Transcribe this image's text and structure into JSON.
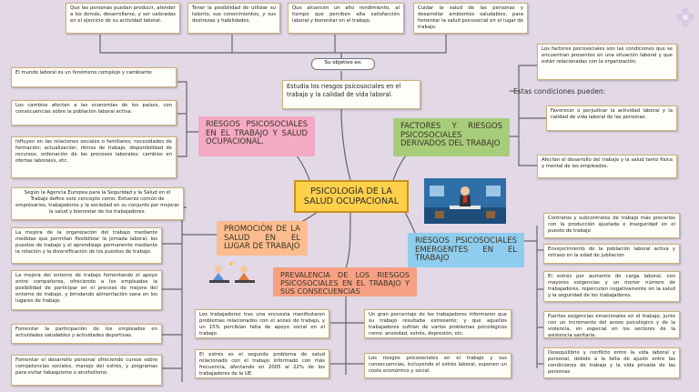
{
  "center": {
    "title": "PSICOLOGÍA DE LA SALUD OCUPACIONAL"
  },
  "objective": {
    "pill": "Su objetivo es:",
    "desc": "Estudia los riesgos psicosociales en el trabajo y la calidad de vida laboral.",
    "items": [
      "Que las personas puedan producir, atender a los demás, desarrollarse, y ser valoradas en el ejercicio de su actividad laboral.",
      "Tener la posibilidad de utilizar su talento, sus conocimientos, y sus destrezas y habilidades.",
      "Que alcancen un alto rendimiento, al tiempo que perciben alta satisfacción laboral y bienestar en el trabajo.",
      "Cuidar la salud de las personas y desarrollar ambientes saludables, para fomentar la salud psicosocial en el lugar de trabajo."
    ]
  },
  "riesgos": {
    "title": "RIESGOS PSICOSOCIALES EN EL TRABAJO Y SALUD OCUPACIONAL.",
    "items": [
      "El mundo laboral es un fenómeno complejo y cambiante",
      "Los cambios afectan a las economías de los países, con consecuencias sobre la población laboral activa.",
      "Influyen en las relaciones sociales o familiares; necesidades de formación; actualización; ritmos de trabajo; disponibilidad de recursos; ordenación de los procesos laborales; cambios en ofertas laborales, etc."
    ]
  },
  "factores": {
    "title": "FACTORES Y RIESGOS PSICOSOCIALES DERIVADOS DEL TRABAJO",
    "intro": "Los factores psicosociales son las condiciones que se encuentran presentes en una situación laboral y que están relacionadas con la organización.",
    "label": "Estas condiciones pueden:",
    "items": [
      "Favorecer o perjudicar la actividad laboral y la calidad de vida laboral de las personas.",
      "Afectan el desarrollo del trabajo y la salud tanto física y mental de los empleados."
    ]
  },
  "promocion": {
    "title": "PROMOCIÓN DE LA SALUD EN EL LUGAR DE TRABAJO",
    "items": [
      "Según la Agencia Europea para la Seguridad y la Salud en el Trabajo define este concepto como: Esfuerzo común de empresarios, trabajadores y la sociedad en su conjunto por mejorar la salud y bienestar de los trabajadores.",
      "La mejora de la organización del trabajo mediante medidas que permitan flexibilizar la jornada laboral, los puestos de trabajo y el aprendizaje permanente mediante la rotación y la diversificación de los puestos de trabajo.",
      "La mejora del entorno de trabajo fomentando el apoyo entre compañeros, ofreciendo a los empleados la posibilidad de participar en el proceso de mejora del entorno de trabajo, y brindando alimentación sana en los lugares de trabajo.",
      "Fomentar la participación de los empleados en actividades saludables y actividades deportivas.",
      "Fomentar el desarrollo personal ofreciendo cursos sobre competencias sociales, manejo del estrés, y programas para evitar tabaquismo o alcoholismo."
    ]
  },
  "prevalencia": {
    "title": "PREVALENCIA DE LOS RIESGOS PSICOSOCIALES EN EL TRABAJO Y SUS CONSECUENCIAS",
    "items": [
      "Los trabajadores tras una encuesta manifestaron problemas relacionados con el acoso de trabajo, y un 15% percibían falta de apoyo social en el trabajo.",
      "El estrés es el segundo problema de salud relacionado con el trabajo informado con más frecuencia, afectando en 2005 al 22% de los trabajadores de la UE.",
      "Un gran porcentaje de los trabajadores informaron que su trabajo resultaba estresante; y que aquellos trabajadores sufrían de varios problemas psicológicos como: ansiedad, estrés, depresión, etc.",
      "Los riesgos psicosociales en el trabajo y sus consecuencias, incluyendo el estrés laboral, suponen un coste económico y social."
    ]
  },
  "emergentes": {
    "title": "RIESGOS PSICOSOCIALES EMERGENTES EN EL TRABAJO",
    "items": [
      "Contratos y subcontratos de trabajo más precarios con la producción ajustada e inseguridad en el puesto de trabajo",
      "Envejecimiento de la población laboral activa y retraso en la edad de jubilación",
      "El estrés por aumento de carga laboral, con mayores exigencias y un menor número de trabajadores, repercuten negativamente en la salud y la seguridad de los trabajadores.",
      "Fuertes exigencias emocionales en el trabajo, junto con un incremento del acoso psicológico y de la violencia, en especial en los sectores de la asistencia sanitaria.",
      "Desequilibrio y conflicto entre la vida laboral y personal, debido a la falta de ajuste entre las condiciones de trabajo y la vida privada de las personas"
    ]
  }
}
